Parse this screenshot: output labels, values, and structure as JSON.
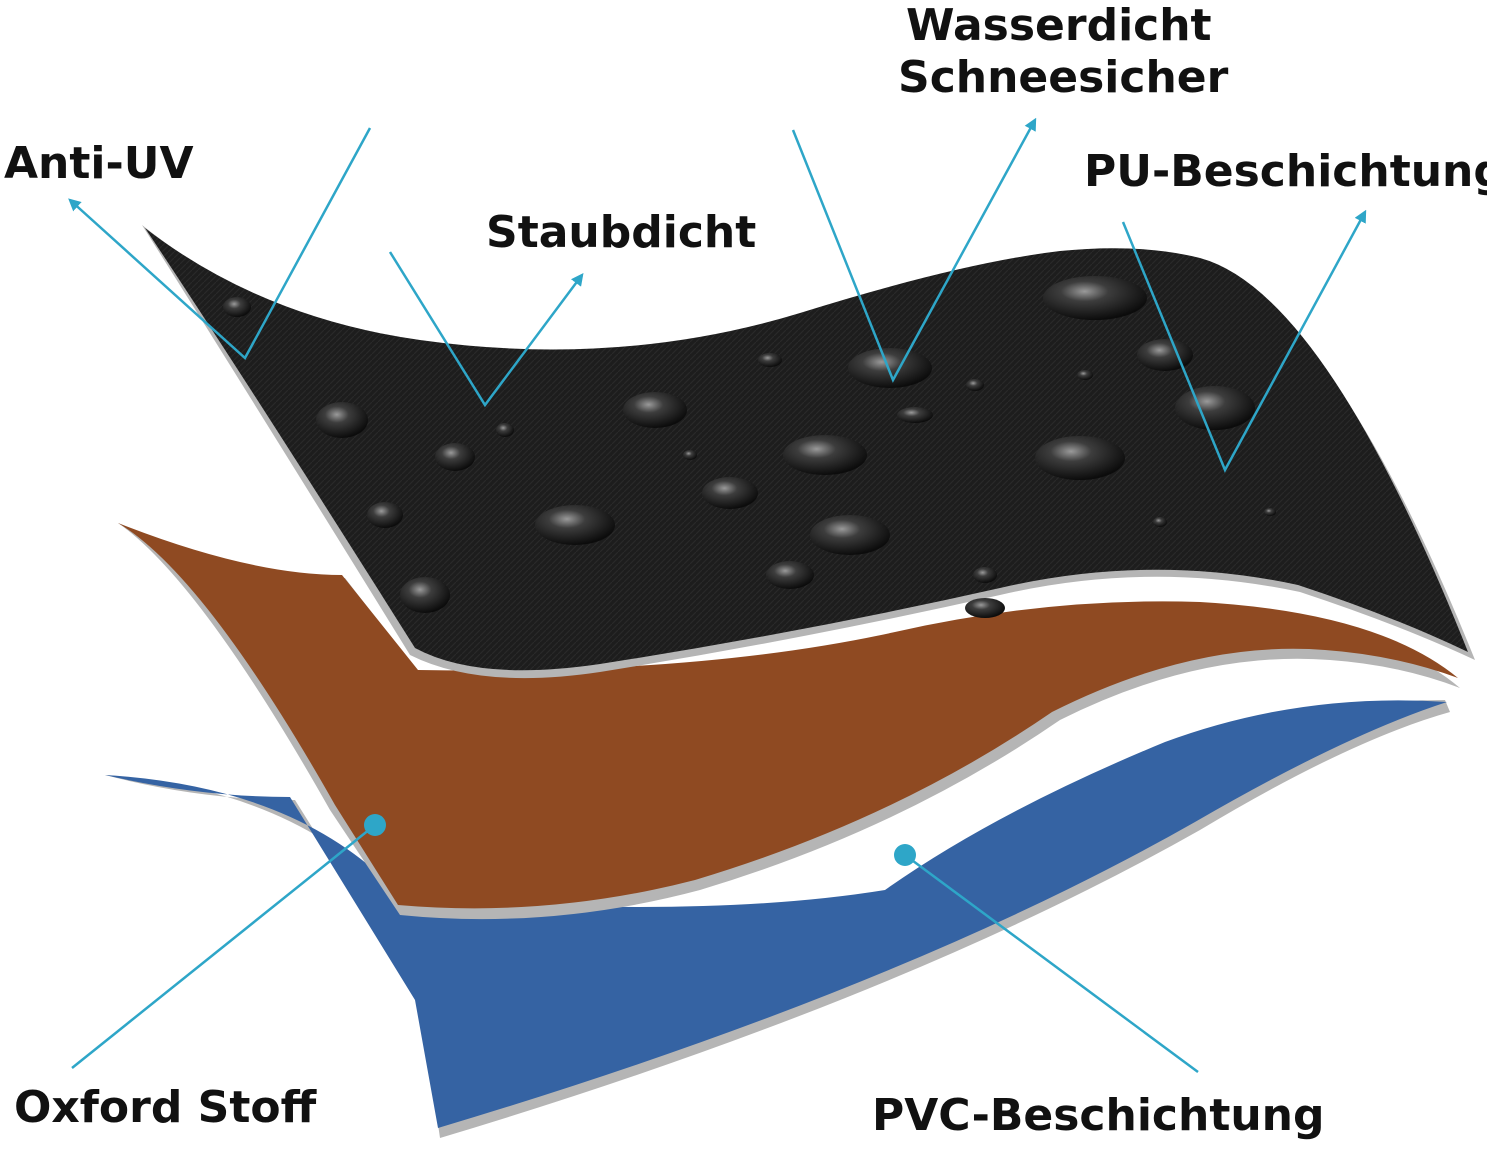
{
  "labels": {
    "anti_uv": "Anti-UV",
    "staubdicht": "Staubdicht",
    "wasserdicht": "Wasserdicht",
    "schneesicher": "Schneesicher",
    "pu_beschichtung": "PU-Beschichtung",
    "oxford_stoff": "Oxford Stoff",
    "pvc_beschichtung": "PVC-Beschichtung"
  },
  "colors": {
    "top_layer": "#1c1c1c",
    "middle_layer": "#8f4a22",
    "bottom_layer": "#3563a3",
    "layer_edge": "#b5b5b5",
    "callout": "#2ea6c8",
    "water_drop": "#3a3a3a"
  }
}
